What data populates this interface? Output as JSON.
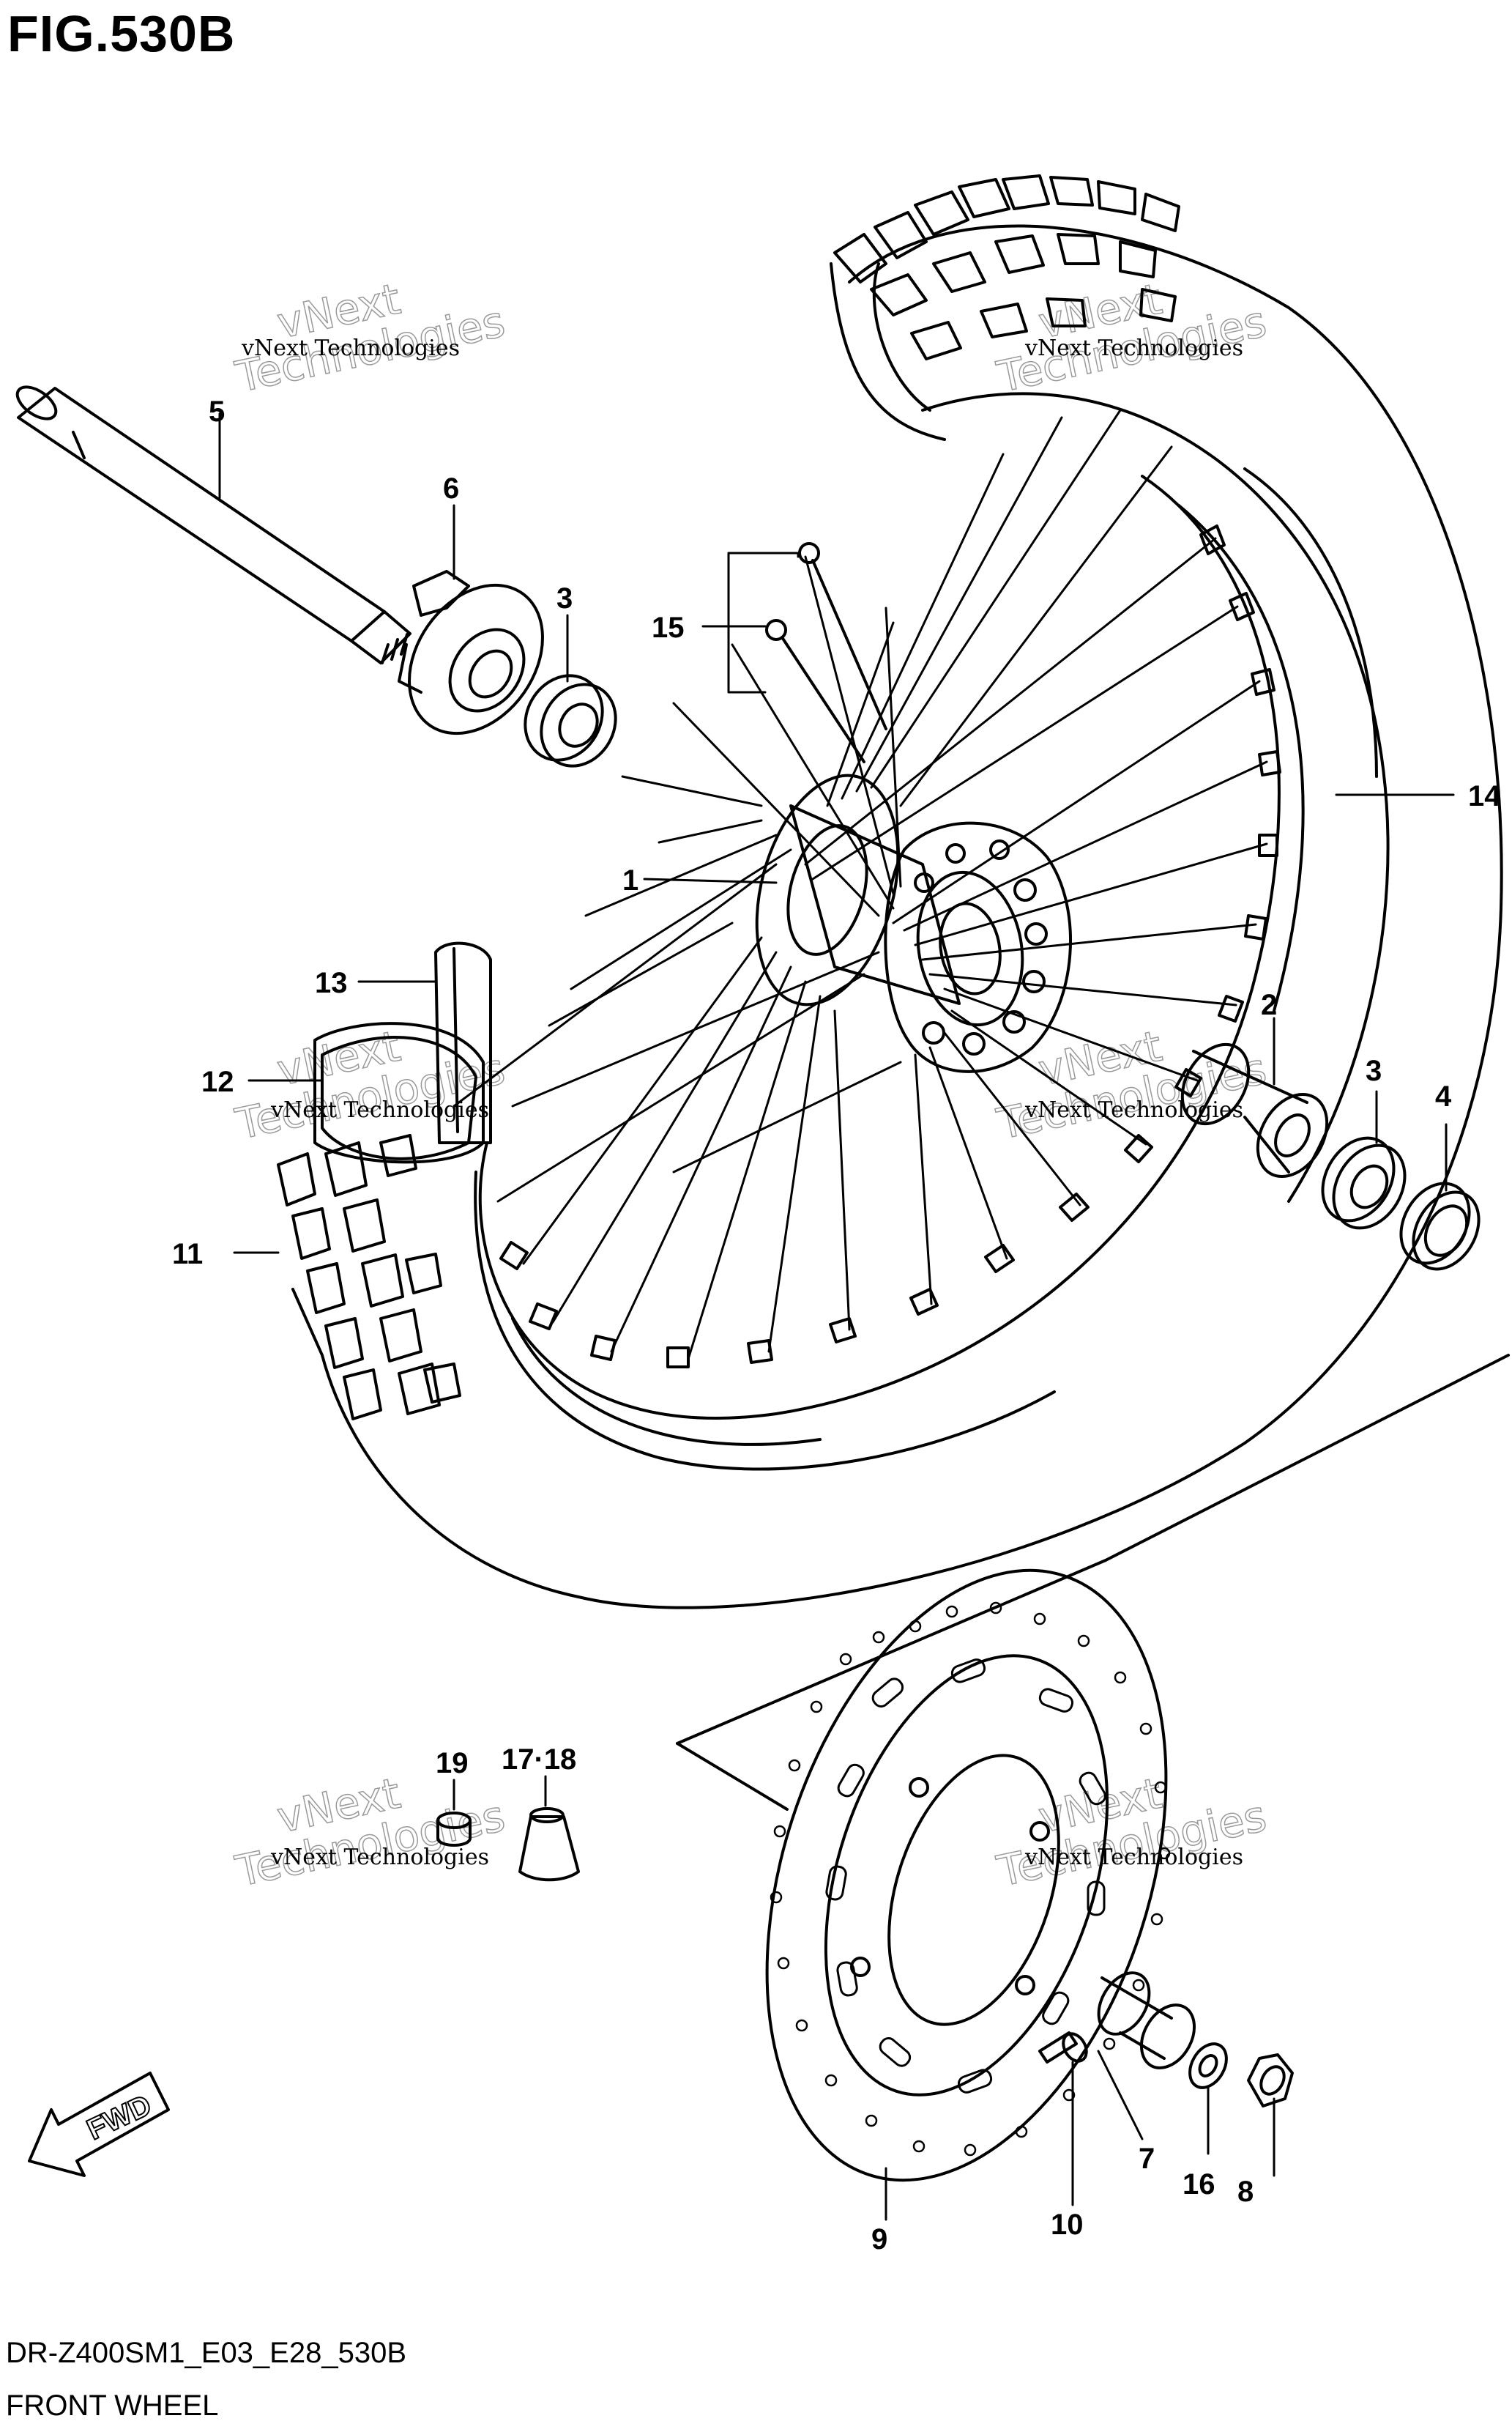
{
  "figure": {
    "title": "FIG.530B",
    "code": "DR-Z400SM1_E03_E28_530B",
    "name": "FRONT WHEEL"
  },
  "watermark": {
    "small": "vNext Technologies",
    "big_line1": "vNext",
    "big_line2": "Technologies"
  },
  "fwd_label": "FWD",
  "callouts": [
    {
      "id": "c1",
      "label": "1"
    },
    {
      "id": "c2",
      "label": "2"
    },
    {
      "id": "c3a",
      "label": "3"
    },
    {
      "id": "c3b",
      "label": "3"
    },
    {
      "id": "c4",
      "label": "4"
    },
    {
      "id": "c5",
      "label": "5"
    },
    {
      "id": "c6",
      "label": "6"
    },
    {
      "id": "c7",
      "label": "7"
    },
    {
      "id": "c8",
      "label": "8"
    },
    {
      "id": "c9",
      "label": "9"
    },
    {
      "id": "c10",
      "label": "10"
    },
    {
      "id": "c11",
      "label": "11"
    },
    {
      "id": "c12",
      "label": "12"
    },
    {
      "id": "c13",
      "label": "13"
    },
    {
      "id": "c14",
      "label": "14"
    },
    {
      "id": "c15",
      "label": "15"
    },
    {
      "id": "c16",
      "label": "16"
    },
    {
      "id": "c1718",
      "label": "17·18"
    },
    {
      "id": "c19",
      "label": "19"
    }
  ]
}
